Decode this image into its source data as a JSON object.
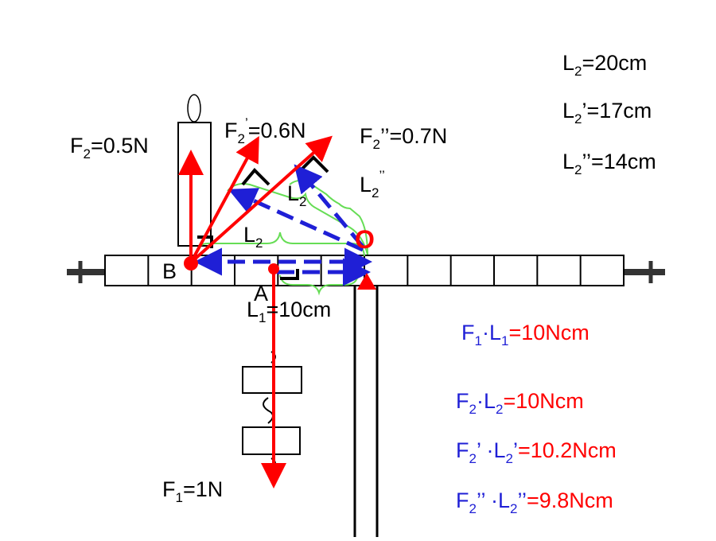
{
  "labels": {
    "f2": {
      "main": "F",
      "sub": "2",
      "rest": "=0.5N"
    },
    "f2p": {
      "main": "F",
      "sub": "2",
      "sup": "’",
      "rest": "=0.6N"
    },
    "f2pp": {
      "main": "F",
      "sub": "2",
      "rest": "’’=0.7N"
    },
    "f1": {
      "main": "F",
      "sub": "1",
      "rest": "=1N"
    },
    "l1": {
      "main": "L",
      "sub": "1",
      "rest": "=10cm"
    },
    "l2": {
      "main": "L",
      "sub": "2"
    },
    "l2p": {
      "main": "L",
      "sub": "2"
    },
    "l2pp": {
      "main": "L",
      "sub": "2",
      "sup": "’’"
    },
    "point_a": "A",
    "point_b": "B",
    "point_o": "O"
  },
  "lengths": [
    {
      "main": "L",
      "sub": "2",
      "rest": "=20cm"
    },
    {
      "main": "L",
      "sub": "2",
      "rest": "’=17cm"
    },
    {
      "main": "L",
      "sub": "2",
      "rest": "’’=14cm"
    }
  ],
  "products": {
    "p1": {
      "a": "F",
      "a_sub": "1",
      "mid": "·L",
      "b_sub": "1",
      "value": "=10Ncm"
    },
    "p2": {
      "a": "F",
      "a_sub": "2",
      "mid": "·L",
      "b_sub": "2",
      "value": "=10Ncm"
    },
    "p3": {
      "a": "F",
      "a_sub": "2",
      "mid": "’ ·L",
      "b_sub": "2",
      "mid2": "’",
      "value": "=10.2Ncm"
    },
    "p4": {
      "a": "F",
      "a_sub": "2",
      "mid": "’’ ·L",
      "b_sub": "2",
      "mid2": "’’",
      "value": "=9.8Ncm"
    }
  },
  "colors": {
    "force": "#ff0000",
    "arm": "#1f1fd6",
    "brace": "#66dd55",
    "text": "#000000"
  }
}
